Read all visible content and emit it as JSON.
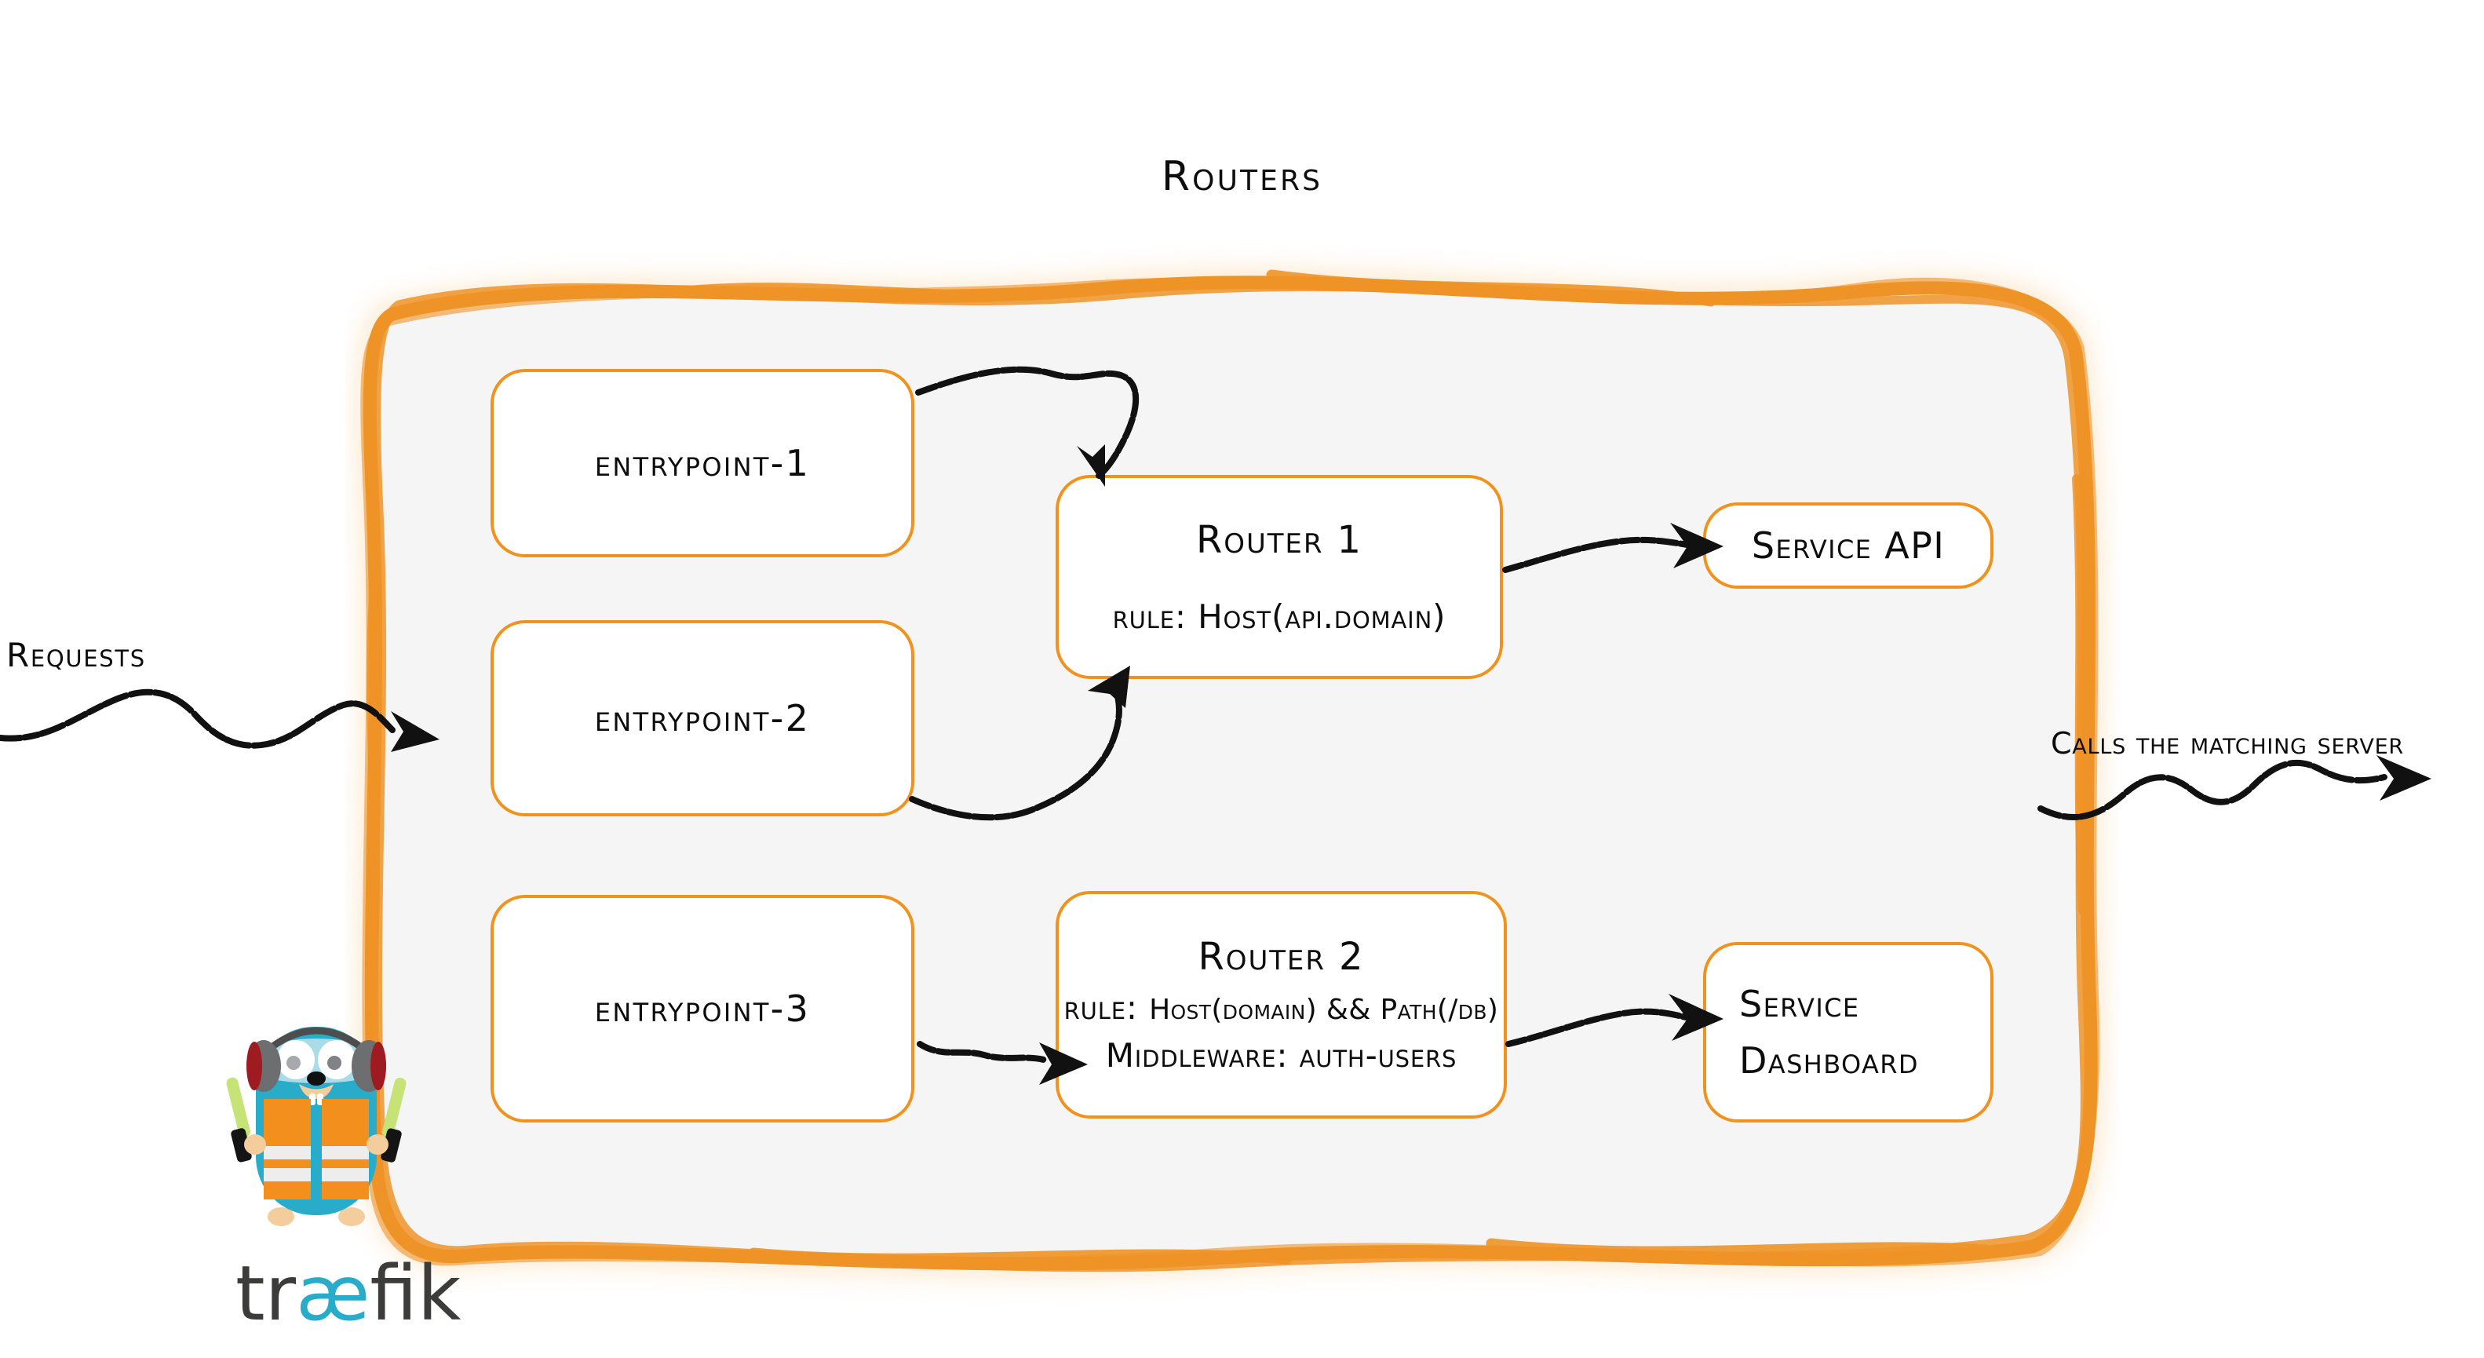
{
  "diagram": {
    "title": "Routers",
    "brand_color": "#F0931E",
    "container_fill": "#F5F5F5",
    "node_stroke": "#F0931E",
    "arrow_color": "#111111"
  },
  "entrypoints": [
    {
      "id": "entrypoint-1",
      "label": "entrypoint-1"
    },
    {
      "id": "entrypoint-2",
      "label": "entrypoint-2"
    },
    {
      "id": "entrypoint-3",
      "label": "entrypoint-3"
    }
  ],
  "routers": [
    {
      "id": "router-1",
      "title": "Router 1",
      "rule_prefix": "rule:",
      "rule": "Host(api.domain)"
    },
    {
      "id": "router-2",
      "title": "Router 2",
      "rule_prefix": "rule:",
      "rule": "Host(domain) && Path(/db)",
      "middleware_prefix": "Middleware:",
      "middleware": "auth-users"
    }
  ],
  "services": [
    {
      "id": "service-api",
      "label": "Service API"
    },
    {
      "id": "service-dashboard",
      "line1": "Service",
      "line2": "Dashboard"
    }
  ],
  "captions": {
    "requests": "Requests",
    "calls": "Calls the matching server"
  },
  "brand": {
    "wordmark_part1": "tr",
    "wordmark_part2": "æ",
    "wordmark_part3": "fik",
    "mascot_body_color": "#29ABCA",
    "mascot_vest_color": "#F3901D",
    "wordmark_dark": "#3C3C3B",
    "wordmark_accent": "#29ABCA"
  }
}
